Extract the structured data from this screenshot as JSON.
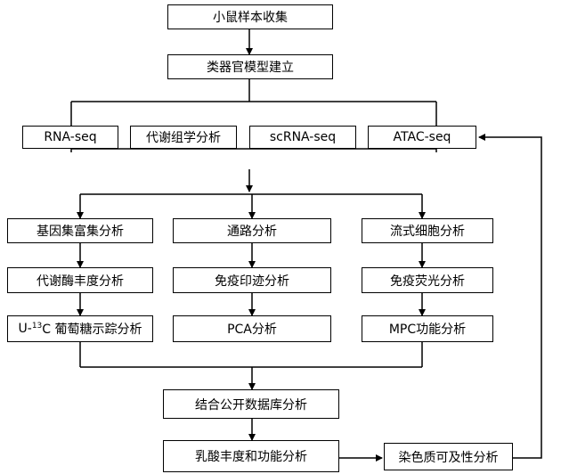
{
  "nodes": {
    "sample": "小鼠样本收集",
    "organoid": "类器官模型建立",
    "rnaseq": "RNA-seq",
    "metabolomics": "代谢组学分析",
    "scrnaseq": "scRNA-seq",
    "atacseq": "ATAC-seq",
    "gsea": "基因集富集分析",
    "pathway": "通路分析",
    "flow": "流式细胞分析",
    "enzyme": "代谢酶丰度分析",
    "ihc": "免疫印迹分析",
    "if": "免疫荧光分析",
    "tracer_prefix": "U-",
    "tracer_sup": "13",
    "tracer_suffix": "C 葡萄糖示踪分析",
    "pca": "PCA分析",
    "mpc": "MPC功能分析",
    "public": "结合公开数据库分析",
    "lactate": "乳酸丰度和功能分析",
    "chromatin": "染色质可及性分析"
  }
}
